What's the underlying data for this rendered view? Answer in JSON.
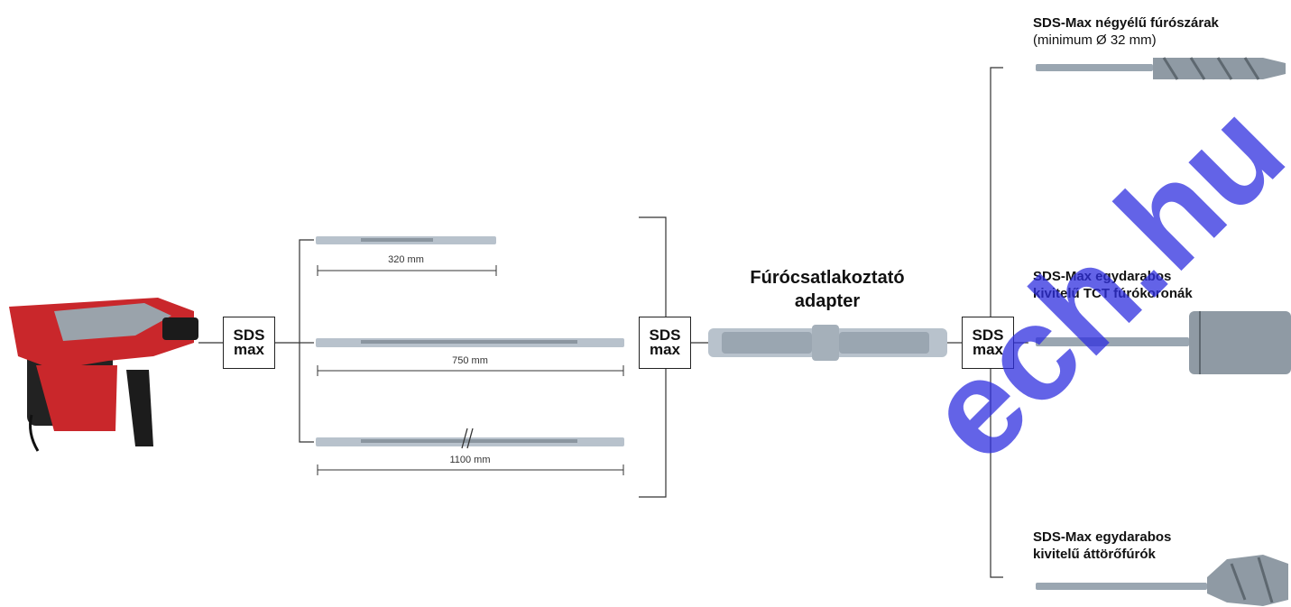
{
  "sds_label": {
    "line1": "SDS",
    "line2": "max"
  },
  "extensions": [
    {
      "length": "320 mm"
    },
    {
      "length": "750 mm"
    },
    {
      "length": "1100 mm"
    }
  ],
  "adapter": {
    "line1": "Fúrócsatlakoztató",
    "line2": "adapter"
  },
  "products": [
    {
      "title": "SDS-Max négyélű fúrószárak",
      "subtitle": "(minimum Ø 32 mm)"
    },
    {
      "title_line1": "SDS-Max egydarabos",
      "title_line2": "kivitelű TCT fúrókoronák"
    },
    {
      "title_line1": "SDS-Max egydarabos",
      "title_line2": "kivitelű áttörőfúrók"
    }
  ],
  "watermark": "ech.hu",
  "colors": {
    "tool_red": "#d42a2a",
    "watermark": "#2f2fe0",
    "steel": "#b8c2cc"
  }
}
